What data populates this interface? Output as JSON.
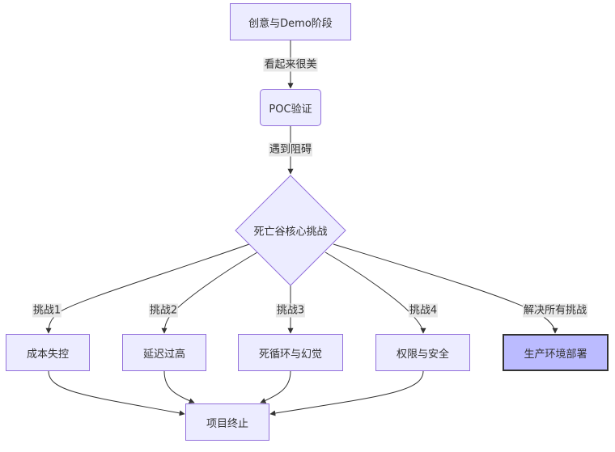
{
  "diagram": {
    "type": "flowchart",
    "nodes": {
      "start": "创意与Demo阶段",
      "poc": "POC验证",
      "valley": "死亡谷核心挑战",
      "cost": "成本失控",
      "latency": "延迟过高",
      "loop": "死循环与幻觉",
      "perm": "权限与安全",
      "prod": "生产环境部署",
      "end": "项目终止"
    },
    "edges": {
      "start_poc": "看起来很美",
      "poc_valley": "遇到阻碍",
      "valley_cost": "挑战1",
      "valley_latency": "挑战2",
      "valley_loop": "挑战3",
      "valley_perm": "挑战4",
      "valley_prod": "解决所有挑战"
    },
    "colors": {
      "node_fill": "#ECECFF",
      "node_border": "#9370DB",
      "final_fill": "#BBBBFF",
      "final_border": "#333333",
      "edge": "#333333",
      "label_bg": "#e8e8e8"
    }
  }
}
